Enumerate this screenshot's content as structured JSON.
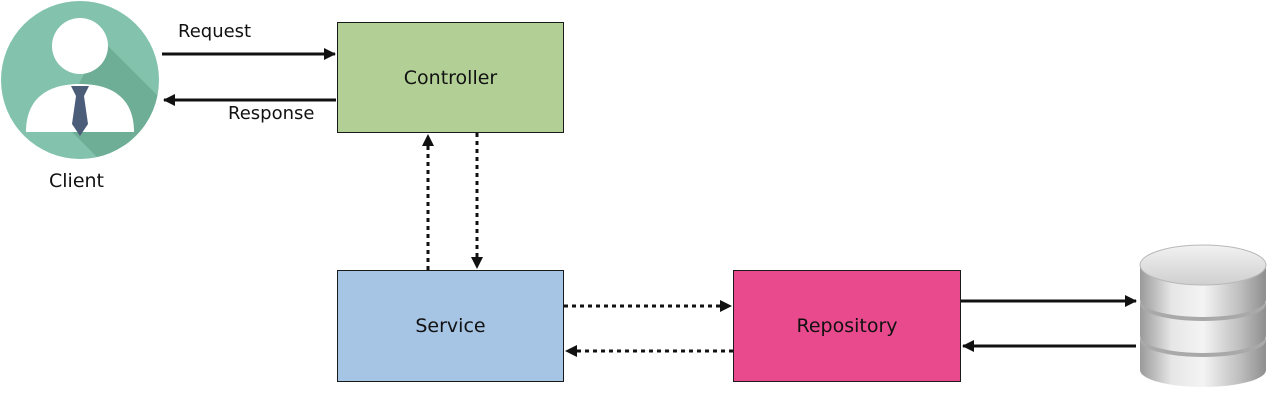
{
  "diagram": {
    "nodes": {
      "client": {
        "label": "Client",
        "icon": "user-avatar-icon"
      },
      "controller": {
        "label": "Controller",
        "color": "#b2d096"
      },
      "service": {
        "label": "Service",
        "color": "#a6c4e3"
      },
      "repository": {
        "label": "Repository",
        "color": "#e94a8d"
      },
      "database": {
        "icon": "database-icon"
      }
    },
    "edges": {
      "request": {
        "label": "Request",
        "from": "client",
        "to": "controller",
        "style": "solid"
      },
      "response": {
        "label": "Response",
        "from": "controller",
        "to": "client",
        "style": "solid"
      },
      "controller_to_service": {
        "from": "controller",
        "to": "service",
        "style": "dotted"
      },
      "service_to_controller": {
        "from": "service",
        "to": "controller",
        "style": "dotted"
      },
      "service_to_repository": {
        "from": "service",
        "to": "repository",
        "style": "dotted"
      },
      "repository_to_service": {
        "from": "repository",
        "to": "service",
        "style": "dotted"
      },
      "repository_to_database": {
        "from": "repository",
        "to": "database",
        "style": "solid"
      },
      "database_to_repository": {
        "from": "database",
        "to": "repository",
        "style": "solid"
      }
    },
    "colors": {
      "avatar_circle": "#83c3ad",
      "avatar_shadow": "#5c9a84",
      "tie": "#4c5d7a",
      "line": "#111111",
      "db_silver": "#c7c7c7"
    }
  }
}
